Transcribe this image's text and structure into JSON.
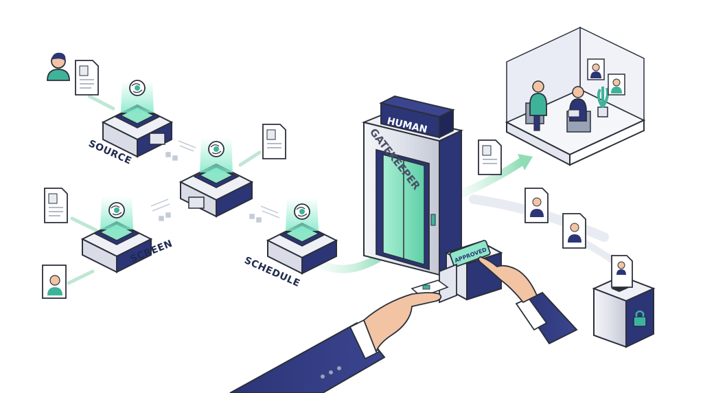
{
  "labels": {
    "source": "SOURCE",
    "screen": "SCREEN",
    "schedule": "SCHEDULE"
  },
  "gatekeeper": {
    "top_sign": "HUMAN",
    "vertical_sign": "GATEKEEPER",
    "approve_button": "APPROVED"
  },
  "colors": {
    "navy": "#2c3576",
    "teal": "#3fb39a",
    "mint": "#8ee6c8",
    "arrow": "#b9e8d3",
    "grey_outline": "#2b2f3a"
  },
  "icons": [
    "person-icon",
    "resume-icon",
    "ai-brain-icon",
    "lock-icon",
    "approved-button-icon",
    "pointing-hand-icon"
  ]
}
